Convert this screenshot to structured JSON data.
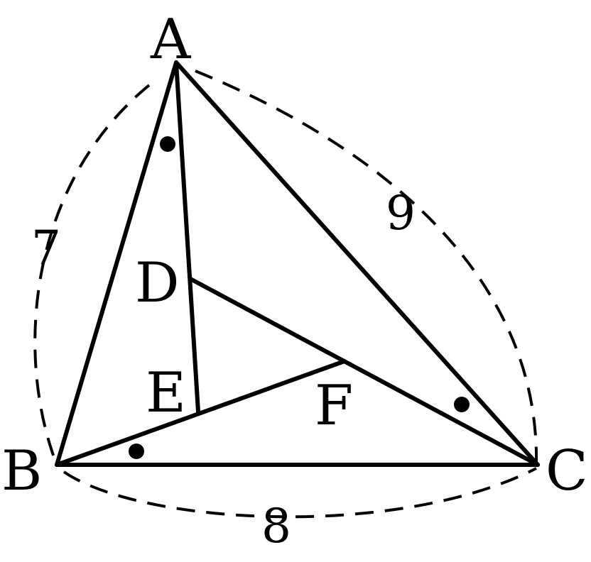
{
  "diagram": {
    "points": {
      "A": "A",
      "B": "B",
      "C": "C",
      "D": "D",
      "E": "E",
      "F": "F"
    },
    "side_lengths": {
      "AB": "7",
      "AC": "9",
      "BC": "8"
    },
    "equal_angle_marks": [
      "BAE",
      "CBF",
      "ACD"
    ]
  }
}
